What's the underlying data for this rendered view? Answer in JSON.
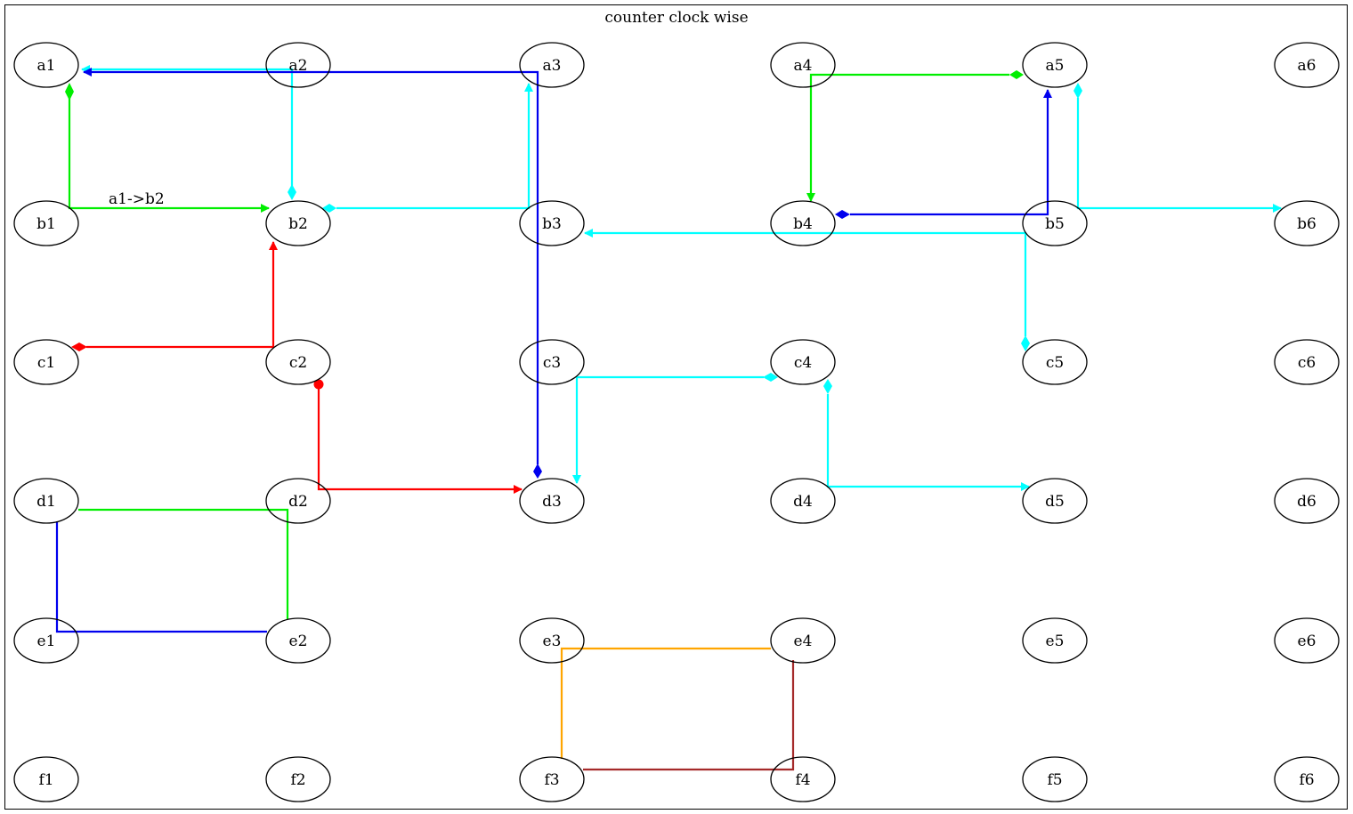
{
  "title": "counter clock wise",
  "nodes": {
    "a1": "a1",
    "a2": "a2",
    "a3": "a3",
    "a4": "a4",
    "a5": "a5",
    "a6": "a6",
    "b1": "b1",
    "b2": "b2",
    "b3": "b3",
    "b4": "b4",
    "b5": "b5",
    "b6": "b6",
    "c1": "c1",
    "c2": "c2",
    "c3": "c3",
    "c4": "c4",
    "c5": "c5",
    "c6": "c6",
    "d1": "d1",
    "d2": "d2",
    "d3": "d3",
    "d4": "d4",
    "d5": "d5",
    "d6": "d6",
    "e1": "e1",
    "e2": "e2",
    "e3": "e3",
    "e4": "e4",
    "e5": "e5",
    "e6": "e6",
    "f1": "f1",
    "f2": "f2",
    "f3": "f3",
    "f4": "f4",
    "f5": "f5",
    "f6": "f6"
  },
  "edges": [
    {
      "from": "a1",
      "to": "b2",
      "color": "#00ee00",
      "tail": "diamond",
      "head": "arrow",
      "label": "a1->b2"
    },
    {
      "from": "b2",
      "to": "a1",
      "color": "#00ffff",
      "tail": "diamond",
      "head": "arrow"
    },
    {
      "from": "b2",
      "to": "a3",
      "color": "#00ffff",
      "tail": "diamond",
      "head": "arrow"
    },
    {
      "from": "d3",
      "to": "a1",
      "color": "#0000ee",
      "tail": "diamond",
      "head": "arrow"
    },
    {
      "from": "c1",
      "to": "b2",
      "color": "#ff0000",
      "tail": "diamond",
      "head": "arrow"
    },
    {
      "from": "c2",
      "to": "d3",
      "color": "#ff0000",
      "tail": "dot",
      "head": "arrow"
    },
    {
      "from": "a5",
      "to": "b4",
      "color": "#00ee00",
      "tail": "diamond",
      "head": "arrow"
    },
    {
      "from": "b4",
      "to": "a5",
      "color": "#0000ee",
      "tail": "diamond",
      "head": "arrow"
    },
    {
      "from": "a5",
      "to": "b6",
      "color": "#00ffff",
      "tail": "diamond",
      "head": "arrow"
    },
    {
      "from": "c5",
      "to": "b3",
      "color": "#00ffff",
      "tail": "diamond",
      "head": "arrow"
    },
    {
      "from": "c4",
      "to": "d3",
      "color": "#00ffff",
      "tail": "diamond",
      "head": "arrow"
    },
    {
      "from": "c4",
      "to": "d5",
      "color": "#00ffff",
      "tail": "diamond",
      "head": "arrow"
    },
    {
      "from": "d1",
      "to": "e2",
      "color": "#00ee00",
      "tail": "none",
      "head": "none"
    },
    {
      "from": "d1",
      "to": "e2",
      "color": "#0000ee",
      "tail": "none",
      "head": "none"
    },
    {
      "from": "e4",
      "to": "f3",
      "color": "#ffa500",
      "tail": "none",
      "head": "none"
    },
    {
      "from": "f3",
      "to": "e4",
      "color": "#a52a2a",
      "tail": "none",
      "head": "none"
    }
  ]
}
